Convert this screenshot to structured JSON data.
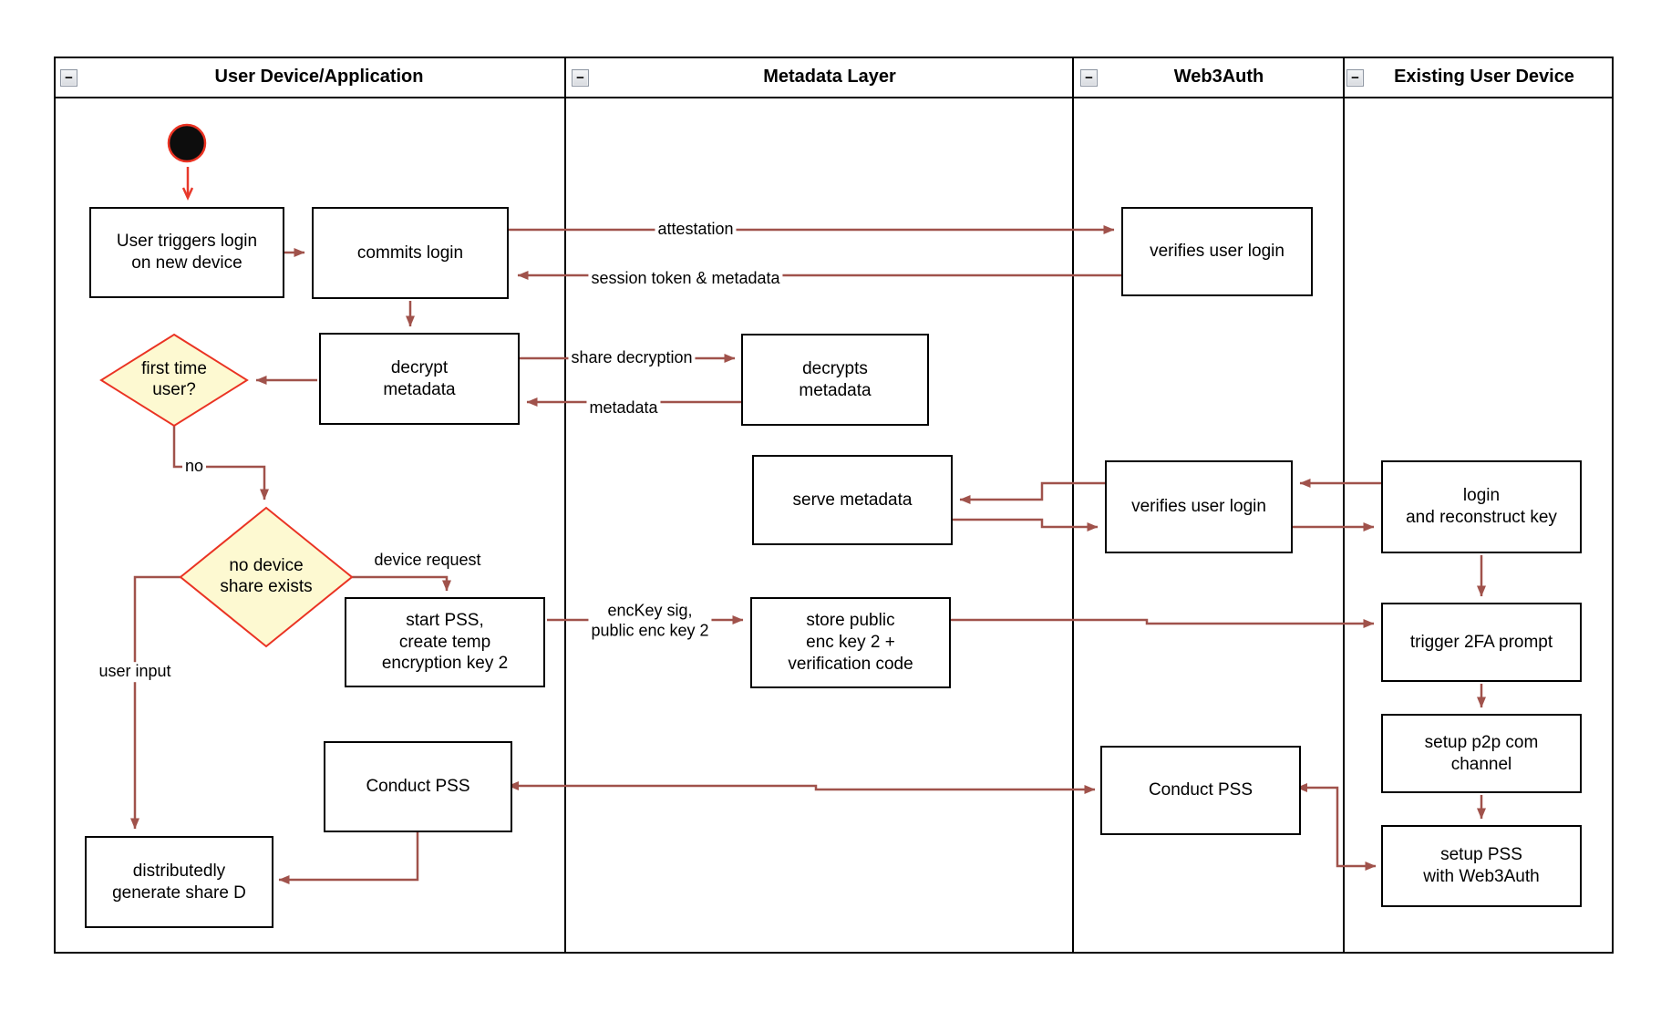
{
  "lanes": [
    {
      "title": "User Device/Application"
    },
    {
      "title": "Metadata Layer"
    },
    {
      "title": "Web3Auth"
    },
    {
      "title": "Existing User Device"
    }
  ],
  "icons": {
    "collapse": "−"
  },
  "nodes": {
    "start": "initial-state",
    "user_triggers": "User triggers login\non new device",
    "commits_login": "commits login",
    "decrypt_metadata": "decrypt\nmetadata",
    "first_time_user": "first time\nuser?",
    "no_device_share": "no device\nshare exists",
    "start_pss": "start PSS,\ncreate temp\nencryption key 2",
    "conduct_pss_user": "Conduct PSS",
    "distributedly_generate": "distributedly\ngenerate share D",
    "decrypts_metadata": "decrypts\nmetadata",
    "serve_metadata": "serve metadata",
    "store_public": "store public\nenc key 2 +\nverification code",
    "verifies_user_login_top": "verifies user login",
    "verifies_user_login_mid": "verifies user login",
    "conduct_pss_web3auth": "Conduct PSS",
    "login_reconstruct": "login\nand reconstruct key",
    "trigger_2fa": "trigger 2FA prompt",
    "setup_p2p": "setup p2p com\nchannel",
    "setup_pss": "setup PSS\nwith Web3Auth"
  },
  "edge_labels": {
    "attestation": "attestation",
    "session_token": "session token & metadata",
    "share_decryption": "share decryption",
    "metadata": "metadata",
    "no": "no",
    "device_request": "device request",
    "user_input": "user input",
    "enckey": "encKey sig,\npublic enc key 2"
  },
  "colors": {
    "flow_arrow": "#A0524B",
    "start_arrow": "#E8392B",
    "decision_fill": "#FDF9D1",
    "decision_border": "#EA3323",
    "node_border": "#000000"
  }
}
